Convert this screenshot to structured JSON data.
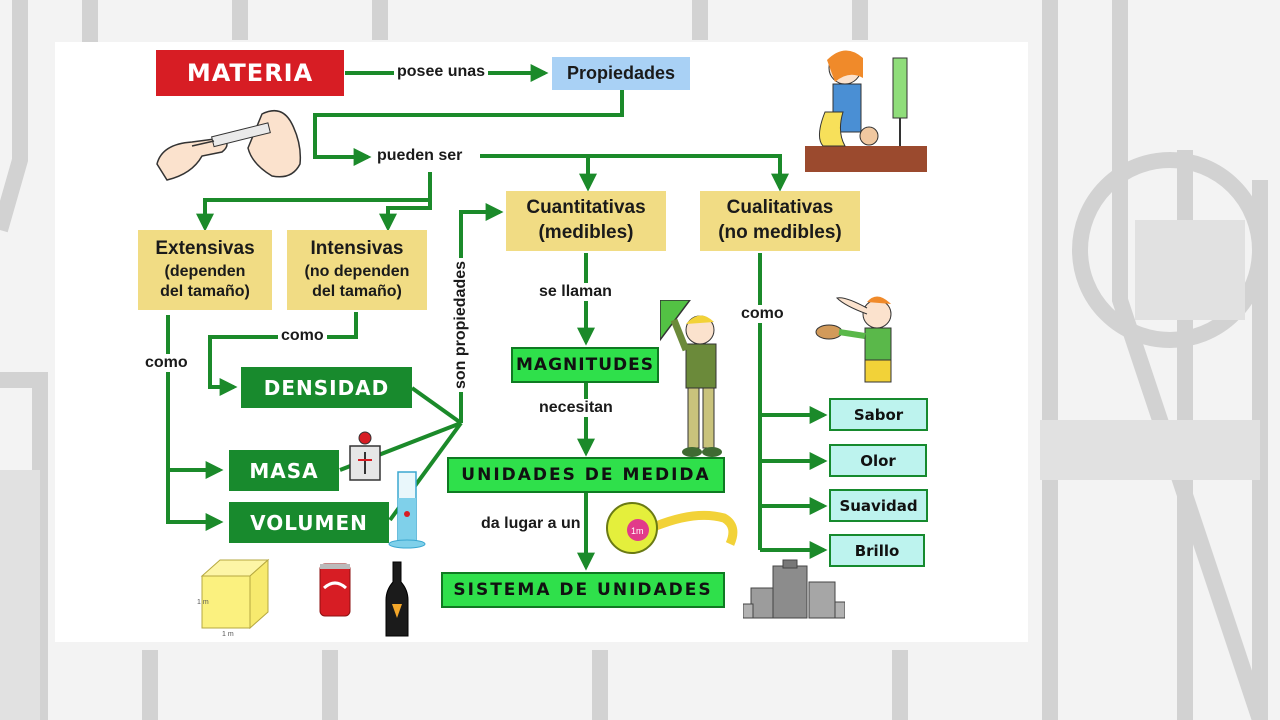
{
  "colors": {
    "arrow": "#1b8a2a",
    "materia": "#d71d24",
    "propiedades": "#a9d1f5",
    "categoria": "#f1dc84",
    "concepto_verde_oscuro": "#188a2d",
    "concepto_verde_claro": "#2fe04b",
    "cualidad": "#bdf3ee"
  },
  "nodes": {
    "materia": "MATERIA",
    "propiedades": "Propiedades",
    "extensivas": [
      "Extensivas",
      "(dependen",
      "del tamaño)"
    ],
    "intensivas": [
      "Intensivas",
      "(no dependen",
      "del tamaño)"
    ],
    "cuantitativas": [
      "Cuantitativas",
      "(medibles)"
    ],
    "cualitativas": [
      "Cualitativas",
      "(no medibles)"
    ],
    "densidad": "DENSIDAD",
    "masa": "MASA",
    "volumen": "VOLUMEN",
    "magnitudes": "MAGNITUDES",
    "unidades": "UNIDADES DE MEDIDA",
    "sistema": "SISTEMA DE UNIDADES",
    "sabor": "Sabor",
    "olor": "Olor",
    "suavidad": "Suavidad",
    "brillo": "Brillo"
  },
  "links": {
    "posee_unas": "posee unas",
    "pueden_ser": "pueden ser",
    "como_1": "como",
    "como_2": "como",
    "como_3": "como",
    "son_propiedades": "son propiedades",
    "se_llaman": "se llaman",
    "necesitan": "necesitan",
    "da_lugar_a_un": "da lugar a un"
  },
  "illustrations": {
    "hands_syringe": "syringe-hands",
    "scientist": "scientist-lab",
    "boy_ruler": "boy-set-square",
    "boy_smelling": "boy-smelling",
    "scale": "balance-scale",
    "cylinder": "graduated-cylinder",
    "cube": "cube",
    "cube_dim_a": "1 m",
    "cube_dim_b": "1 m",
    "can": "soda-can",
    "bottle": "beer-bottle",
    "tape": "tape-measure",
    "tape_mark": "1m",
    "weights": "weights"
  }
}
